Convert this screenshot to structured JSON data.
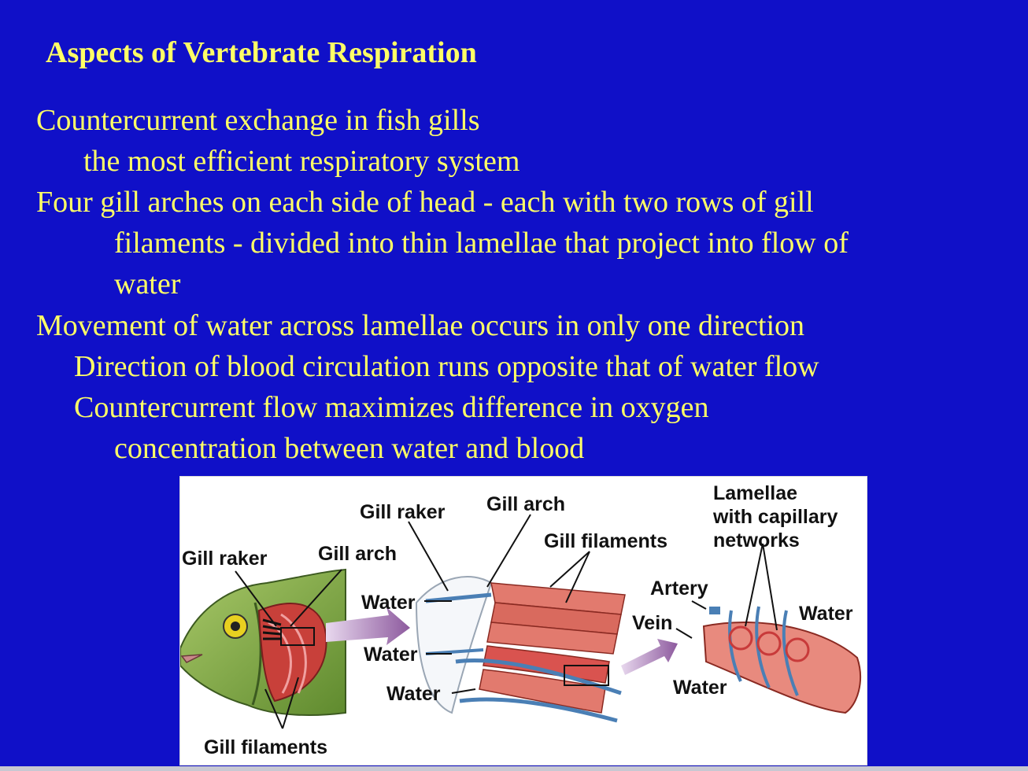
{
  "slide": {
    "title": "Aspects of Vertebrate Respiration",
    "lines": [
      "Countercurrent exchange in fish gills",
      "the most efficient respiratory system",
      "Four gill arches on each side of head - each with two rows of gill",
      "filaments - divided into thin lamellae that project into flow of",
      "water",
      "Movement of water across lamellae occurs in only one direction",
      "Direction of blood circulation runs opposite that of water flow",
      "Countercurrent flow maximizes difference in oxygen",
      "concentration between water and blood"
    ]
  },
  "figure": {
    "labels": {
      "gill_raker_left": "Gill raker",
      "gill_arch_left": "Gill arch",
      "gill_filaments_bottom": "Gill filaments",
      "gill_raker_mid": "Gill raker",
      "gill_arch_mid": "Gill arch",
      "gill_filaments_mid": "Gill filaments",
      "water_1": "Water",
      "water_2": "Water",
      "water_3": "Water",
      "lamellae_1": "Lamellae",
      "lamellae_2": "with capillary",
      "lamellae_3": "networks",
      "artery": "Artery",
      "vein": "Vein",
      "water_right": "Water",
      "water_bottom_right": "Water"
    }
  },
  "colors": {
    "background": "#1010c8",
    "text": "#ffff66",
    "fish_green": "#7faa3c",
    "gill_red": "#d9534f",
    "vessel_blue": "#4a7fb5",
    "arrow_purple": "#9b6fa8"
  }
}
